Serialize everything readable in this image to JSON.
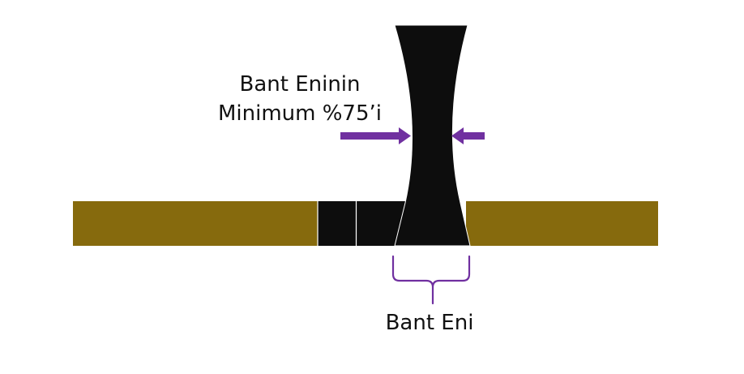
{
  "labels": {
    "minimum_line1": "Bant Eninin",
    "minimum_line2": "Minimum %75’i",
    "band_width": "Bant Eni"
  },
  "colors": {
    "strip": "#866a0d",
    "solder": "#0d0d0d",
    "arrow": "#7030a0",
    "brace": "#7030a0",
    "text": "#111111"
  }
}
